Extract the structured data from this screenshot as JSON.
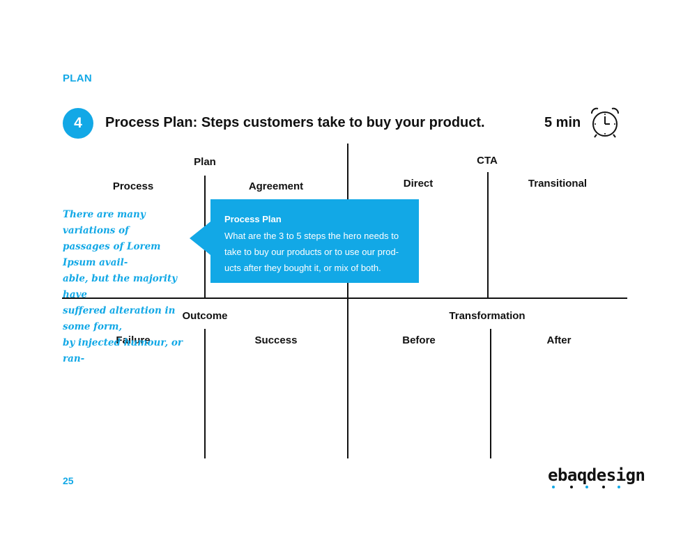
{
  "section": "PLAN",
  "step": {
    "number": "4",
    "title": "Process Plan: Steps customers take to buy your product."
  },
  "duration": "5 min",
  "icons": {
    "clock": "alarm-clock-icon"
  },
  "colors": {
    "accent": "#12a8e6",
    "text": "#111111"
  },
  "grid": {
    "top_left": {
      "title": "Plan",
      "columns": [
        "Process",
        "Agreement"
      ]
    },
    "top_right": {
      "title": "CTA",
      "columns": [
        "Direct",
        "Transitional"
      ]
    },
    "bottom_left": {
      "title": "Outcome",
      "columns": [
        "Failure",
        "Success"
      ]
    },
    "bottom_right": {
      "title": "Transformation",
      "columns": [
        "Before",
        "After"
      ]
    }
  },
  "note": {
    "lines": [
      "There are many variations of",
      "passages of Lorem Ipsum avail-",
      "able, but the majority have",
      "suffered alteration in some form,",
      "by injected humour, or ran-"
    ]
  },
  "callout": {
    "title": "Process Plan",
    "lines": [
      "What are the 3 to 5 steps the hero needs to",
      "take to buy our products or to use our prod-",
      "ucts after they bought it, or mix of both."
    ]
  },
  "page_number": "25",
  "brand": "ebaqdesign"
}
